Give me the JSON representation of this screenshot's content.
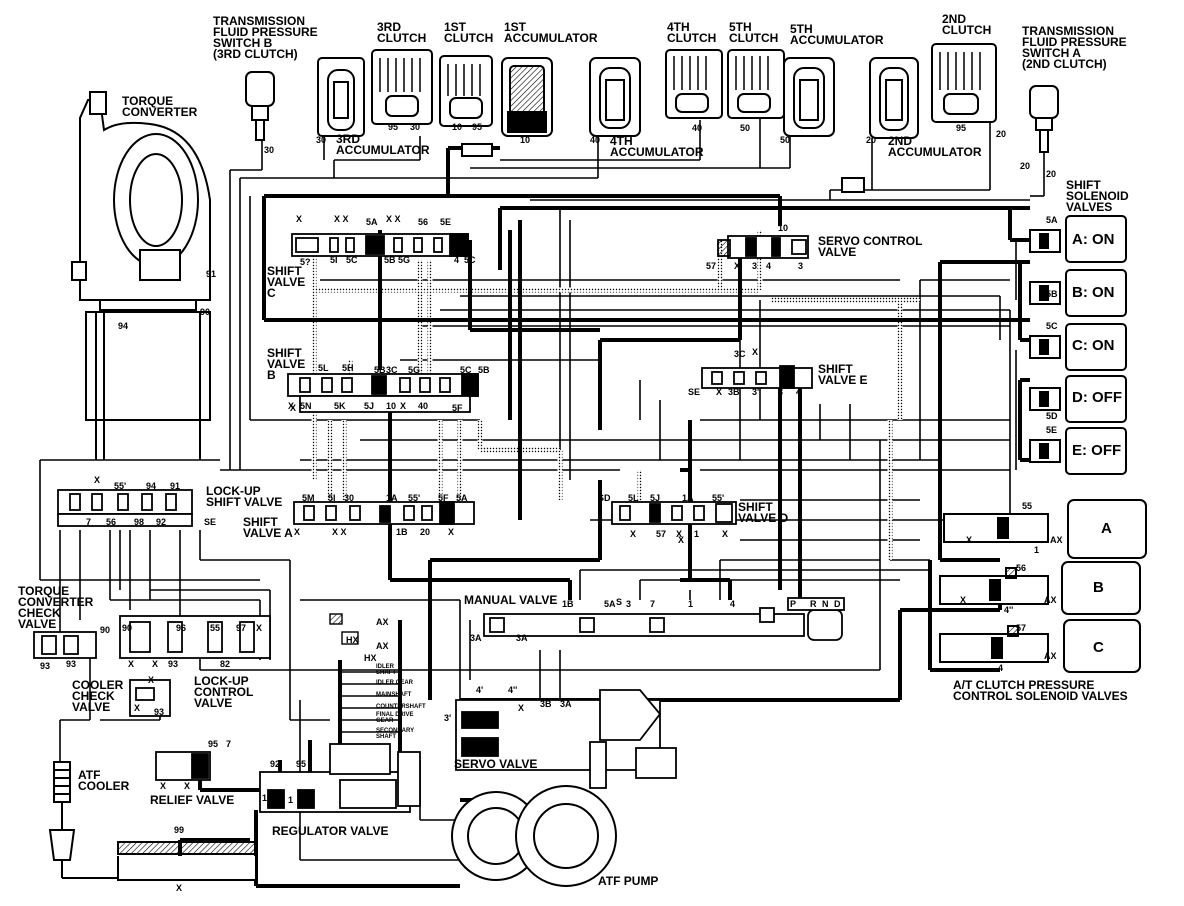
{
  "labels": {
    "tfp_switch_b": "TRANSMISSION\nFLUID PRESSURE\nSWITCH B\n(3RD CLUTCH)",
    "clutch_3rd": "3RD\nCLUTCH",
    "clutch_1st": "1ST\nCLUTCH",
    "accumulator_1st": "1ST\nACCUMULATOR",
    "clutch_4th": "4TH\nCLUTCH",
    "clutch_5th": "5TH\nCLUTCH",
    "accumulator_5th": "5TH\nACCUMULATOR",
    "clutch_2nd": "2ND\nCLUTCH",
    "tfp_switch_a": "TRANSMISSION\nFLUID PRESSURE\nSWITCH A\n(2ND CLUTCH)",
    "torque_converter": "TORQUE\nCONVERTER",
    "accumulator_3rd": "3RD\nACCUMULATOR",
    "accumulator_4th": "4TH\nACCUMULATOR",
    "accumulator_2nd": "2ND\nACCUMULATOR",
    "shift_solenoid_valves": "SHIFT\nSOLENOID\nVALVES",
    "servo_control_valve": "SERVO CONTROL\nVALVE",
    "shift_valve_c": "SHIFT\nVALVE\nC",
    "shift_valve_b": "SHIFT\nVALVE\nB",
    "shift_valve_e": "SHIFT\nVALVE E",
    "lockup_shift_valve": "LOCK-UP\nSHIFT VALVE",
    "shift_valve_a": "SHIFT\nVALVE A",
    "shift_valve_d": "SHIFT\nVALVE D",
    "tc_check_valve": "TORQUE\nCONVERTER\nCHECK\nVALVE",
    "manual_valve": "MANUAL VALVE",
    "cooler_check_valve": "COOLER\nCHECK\nVALVE",
    "lockup_control_valve": "LOCK-UP\nCONTROL\nVALVE",
    "atf_cooler": "ATF\nCOOLER",
    "relief_valve": "RELIEF VALVE",
    "regulator_valve": "REGULATOR VALVE",
    "servo_valve": "SERVO VALVE",
    "atf_pump": "ATF PUMP",
    "at_clutch_pcsv": "A/T CLUTCH PRESSURE\nCONTROL SOLENOID VALVES",
    "shaft_idler_shaft": "IDLER\nSHAFT",
    "shaft_idler_gear": "IDLER GEAR",
    "shaft_mainshaft": "MAINSHAFT",
    "shaft_countershaft": "COUNTERSHAFT",
    "shaft_final_drive": "FINAL DRIVE\nGEAR",
    "shaft_secondary": "SECONDARY\nSHAFT"
  },
  "solenoids": [
    {
      "name": "A",
      "state": "ON",
      "port": "5A"
    },
    {
      "name": "B",
      "state": "ON",
      "port": "5B"
    },
    {
      "name": "C",
      "state": "ON",
      "port": "5C"
    },
    {
      "name": "D",
      "state": "OFF",
      "port": "5D"
    },
    {
      "name": "E",
      "state": "OFF",
      "port": "5E"
    }
  ],
  "solenoid_text": [
    "A: ON",
    "B: ON",
    "C: ON",
    "D: OFF",
    "E: OFF"
  ],
  "pressure_solenoids": [
    "A",
    "B",
    "C"
  ],
  "port_labels": [
    "30",
    "30",
    "95",
    "30",
    "10",
    "95",
    "10",
    "40",
    "40",
    "50",
    "50",
    "20",
    "95",
    "20",
    "20",
    "20",
    "91",
    "94",
    "90",
    "X",
    "X X",
    "5A",
    "X X",
    "56",
    "5E",
    "5?",
    "5I",
    "5C",
    "5B",
    "5G",
    "4",
    "5C",
    "57",
    "10",
    "X",
    "4",
    "3",
    "3",
    "X",
    "5L",
    "5H",
    "5B",
    "3C",
    "5G",
    "5C",
    "5B",
    "X",
    "5N",
    "5K",
    "5J",
    "10",
    "X",
    "40",
    "5F",
    "3C",
    "X",
    "SE",
    "X",
    "3B",
    "3'",
    "3",
    "4",
    "X",
    "55'",
    "94",
    "91",
    "7",
    "56",
    "98",
    "92",
    "SE",
    "5M",
    "5I",
    "30",
    "1A",
    "55'",
    "5F",
    "5A",
    "X",
    "X X",
    "1B",
    "20",
    "X",
    "SD",
    "5L",
    "5J",
    "1A",
    "55'",
    "X",
    "57",
    "X",
    "1",
    "X",
    "X",
    "55",
    "1",
    "AX",
    "X",
    "56",
    "4''",
    "AX",
    "X",
    "57",
    "4",
    "AX",
    "90",
    "90",
    "93",
    "96",
    "55",
    "97",
    "X",
    "93",
    "X",
    "X",
    "93",
    "X",
    "82",
    "X",
    "93",
    "AX",
    "HX",
    "AX",
    "HX",
    "1B",
    "5A",
    "3",
    "7",
    "1",
    "4",
    "3A",
    "3A",
    "4'",
    "4''",
    "3'",
    "X",
    "3B",
    "3A",
    "95",
    "7",
    "X",
    "X",
    "92",
    "95",
    "1",
    "1",
    "99",
    "X",
    "P",
    "R",
    "N",
    "D",
    "S",
    "X"
  ]
}
